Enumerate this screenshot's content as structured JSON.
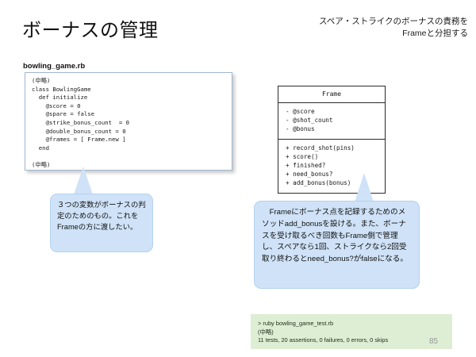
{
  "slide": {
    "title": "ボーナスの管理",
    "page_number": "85",
    "header_note": "スペア・ストライクのボーナスの責務を\nFrameと分担する"
  },
  "code_panel": {
    "filename": "bowling_game.rb",
    "code": "(中略)\nclass BowlingGame\n  def initialize\n    @score = 0\n    @spare = false\n    @strike_bonus_count  = 0\n    @double_bonus_count = 0\n    @frames = [ Frame.new ]\n  end\n\n(中略)\n\nend",
    "highlight_color": "#4a4ad8"
  },
  "uml": {
    "class_name": "Frame",
    "attributes": [
      "- @score",
      "- @shot_count",
      "- @bonus"
    ],
    "methods": [
      "+ record_shot(pins)",
      "+ score()",
      "+ finished?",
      "+ need_bonus?",
      "+ add_bonus(bonus)"
    ]
  },
  "callouts": {
    "left": "３つの変数がボーナスの判定のためのもの。これをFrameの方に渡したい。",
    "right": "　Frameにボーナス点を記録するためのメソッドadd_bonusを設ける。また、ボーナスを受け取るべき回数もFrame側で管理し、スペアなら1回、ストライクなら2回受取り終わるとneed_bonus?がfalseになる。",
    "fill_color": "#cfe2f7"
  },
  "terminal": {
    "background_color": "#ddeed4",
    "lines": [
      "> ruby bowling_game_test.rb",
      "(中略)",
      "11 tests, 20 assertions, 0 failures, 0 errors, 0 skips"
    ]
  }
}
